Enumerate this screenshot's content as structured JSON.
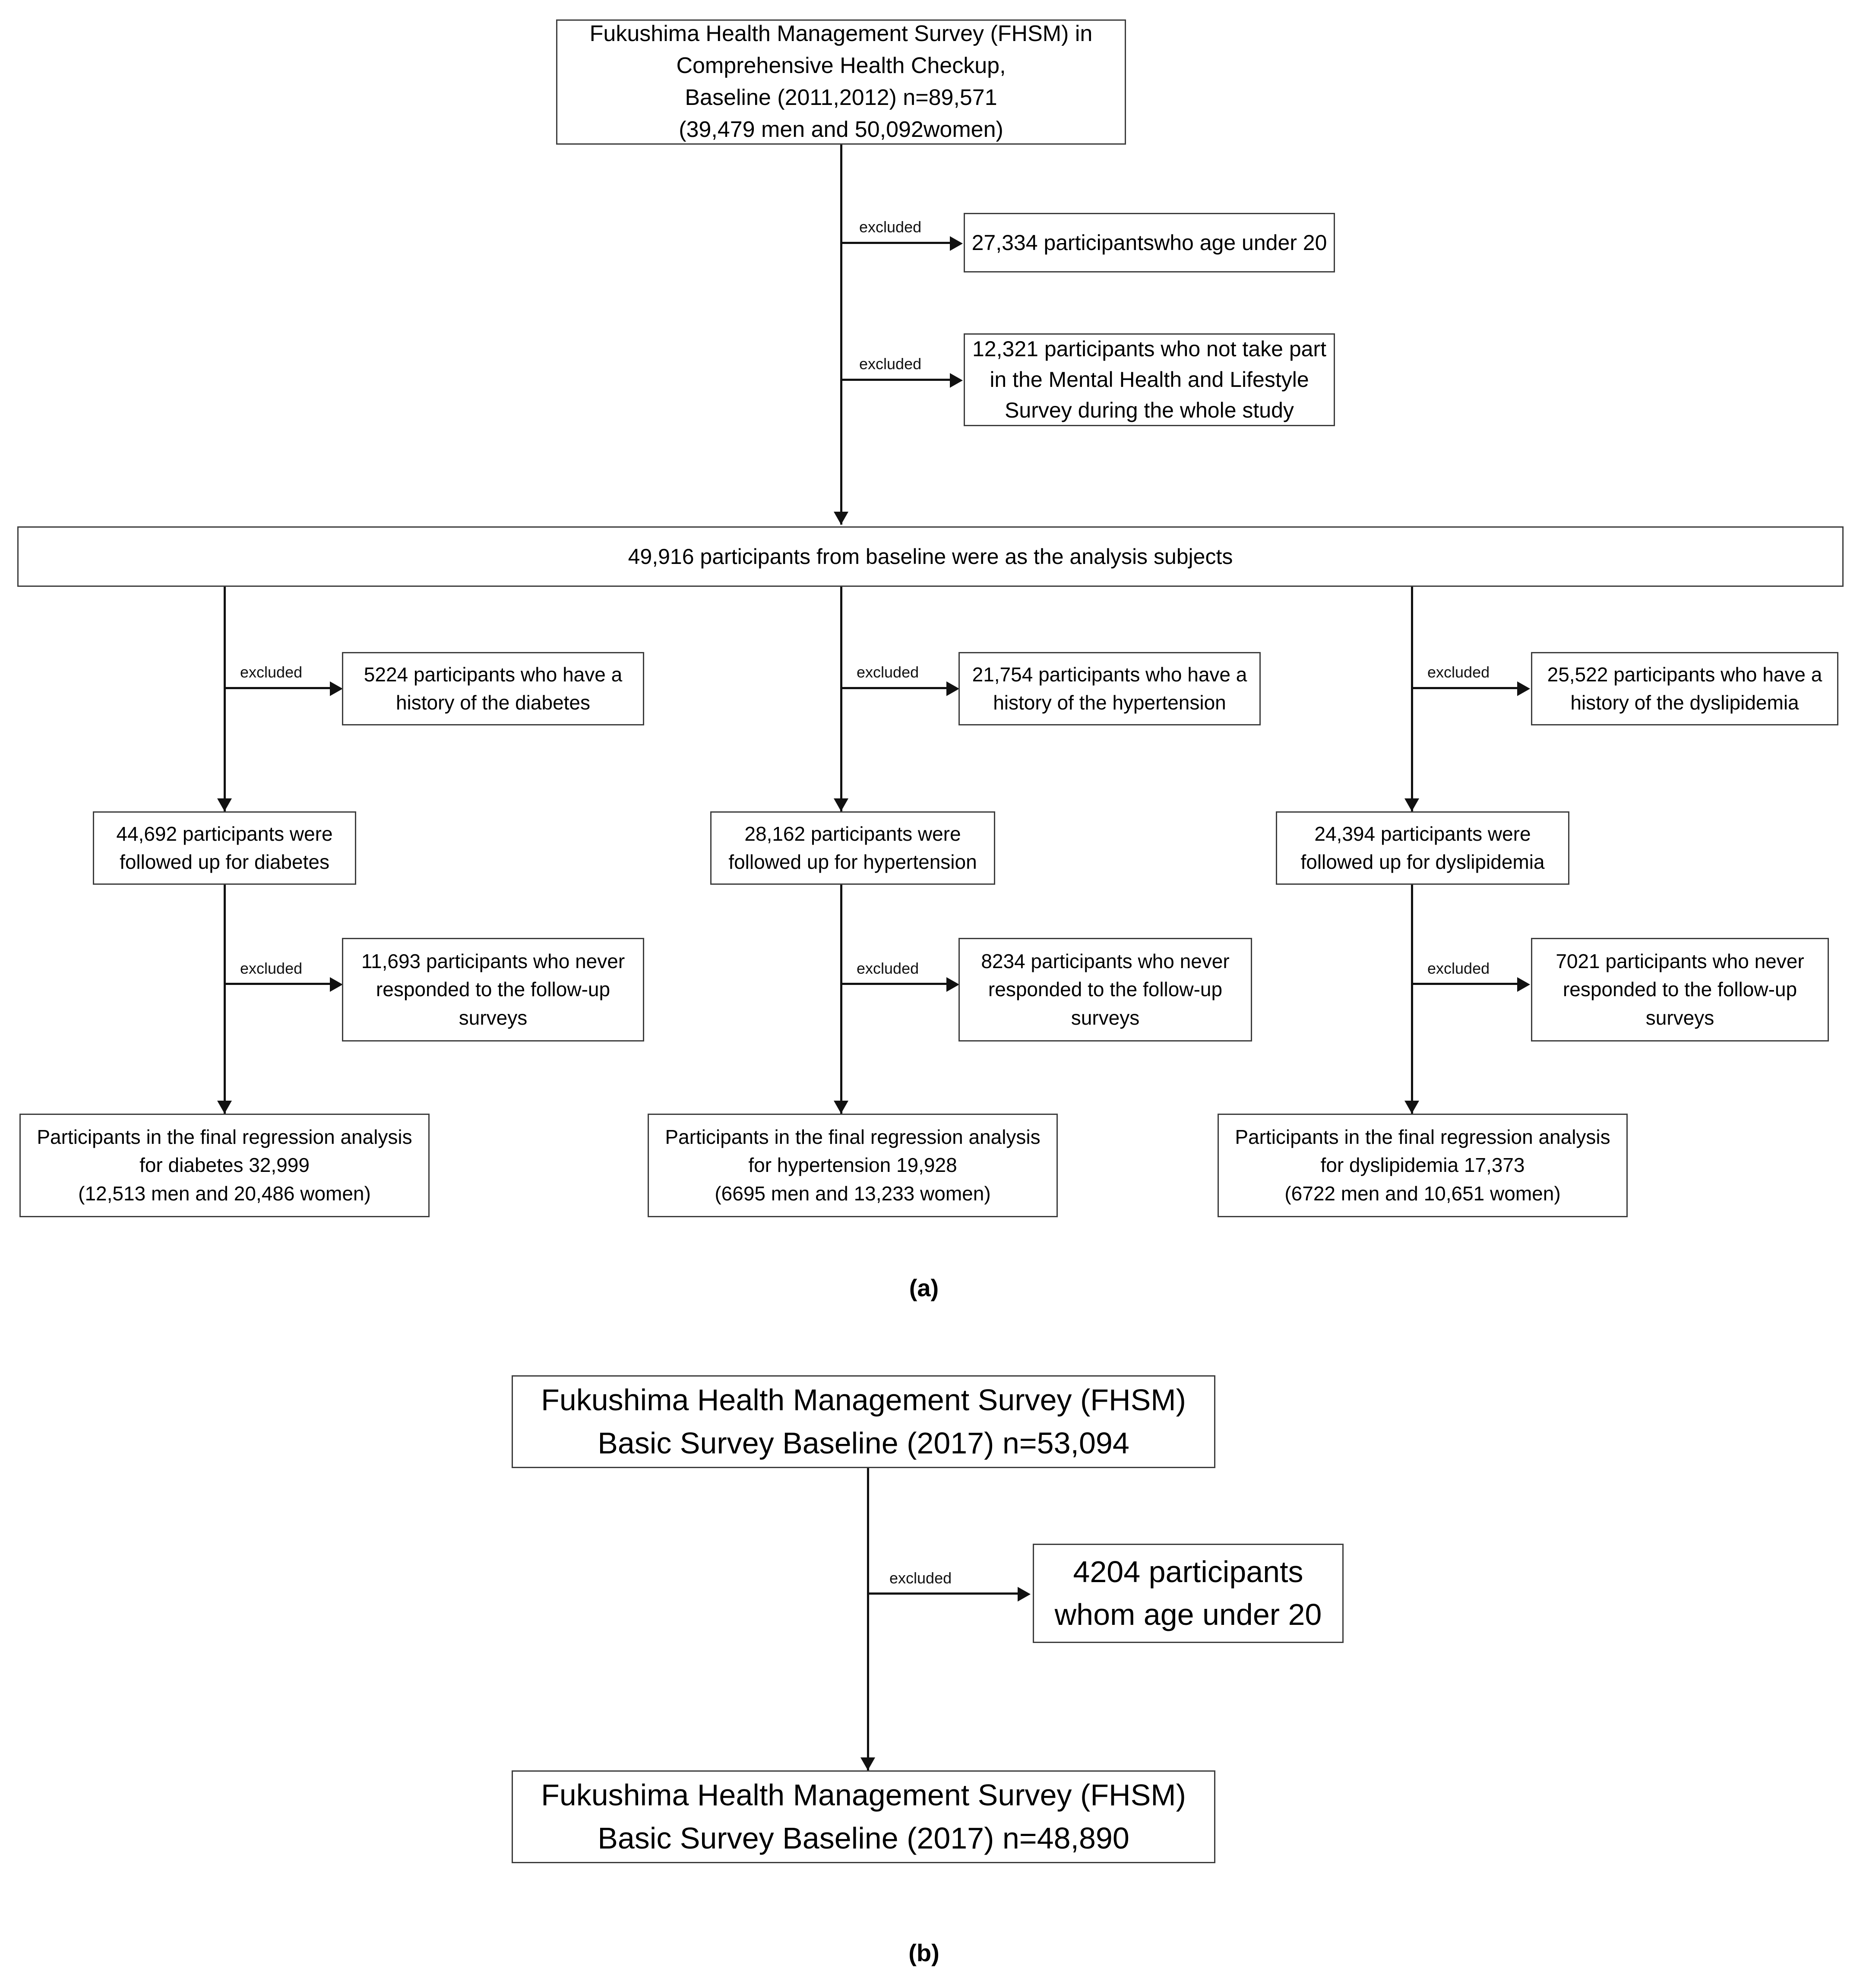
{
  "figure": {
    "panels": [
      {
        "id": "a",
        "caption": "(a)",
        "nodes": {
          "source": "Fukushima Health Management Survey (FHSM) in\nComprehensive Health Checkup,\nBaseline (2011,2012) n=89,571\n(39,479 men and 50,092women)",
          "exclusion_age": "27,334 participantswho age under 20",
          "exclusion_mental": "12,321 participants who not take part\nin the Mental Health and Lifestyle\nSurvey during the whole study",
          "analysis_subjects": "49,916 participants  from baseline were as the analysis subjects",
          "diabetes_history_excluded": "5224 participants who have a\nhistory of the diabetes",
          "hypertension_history_excluded": "21,754 participants who have a\nhistory of the hypertension",
          "dyslipidemia_history_excluded": "25,522 participants who have a\nhistory of the dyslipidemia",
          "diabetes_followed": "44,692 participants were\nfollowed up for diabetes",
          "hypertension_followed": "28,162 participants were\nfollowed up for hypertension",
          "dyslipidemia_followed": "24,394 participants were\nfollowed up for dyslipidemia",
          "diabetes_nonresponse_excluded": "11,693 participants who never\nresponded to the follow-up\nsurveys",
          "hypertension_nonresponse_excluded": "8234 participants who never\nresponded to the follow-up\nsurveys",
          "dyslipidemia_nonresponse_excluded": "7021 participants who never\nresponded to the follow-up\nsurveys",
          "diabetes_final": "Participants in the final regression analysis\nfor diabetes 32,999\n(12,513 men and 20,486 women)",
          "hypertension_final": "Participants in the final regression analysis\nfor hypertension 19,928\n(6695 men and 13,233 women)",
          "dyslipidemia_final": "Participants in the final regression analysis\nfor dyslipidemia 17,373\n(6722 men and 10,651 women)"
        },
        "edge_labels": {
          "excluded_1": "excluded",
          "excluded_2": "excluded",
          "excluded_diabetes_history": "excluded",
          "excluded_hypertension_history": "excluded",
          "excluded_dyslipidemia_history": "excluded",
          "excluded_diabetes_nonresponse": "excluded",
          "excluded_hypertension_nonresponse": "excluded",
          "excluded_dyslipidemia_nonresponse": "excluded"
        }
      },
      {
        "id": "b",
        "caption": "(b)",
        "nodes": {
          "source": "Fukushima Health Management Survey (FHSM)\nBasic Survey Baseline (2017) n=53,094",
          "exclusion_age": "4204 participants\nwhom age under 20",
          "final": "Fukushima Health Management Survey (FHSM)\nBasic Survey Baseline (2017) n=48,890"
        },
        "edge_labels": {
          "excluded_1": "excluded"
        }
      }
    ]
  },
  "colors": {
    "box_border": "#3d3d3d",
    "connector": "#111111",
    "background": "#ffffff",
    "text": "#000000"
  }
}
